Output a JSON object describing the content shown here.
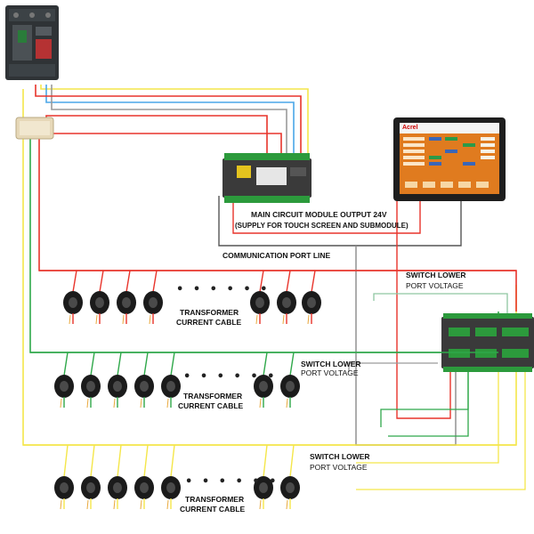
{
  "labels": {
    "main_output_line1": "MAIN CIRCUIT MODULE OUTPUT 24V",
    "main_output_line2": "(SUPPLY FOR TOUCH SCREEN AND SUBMODULE)",
    "comm_port_line": "COMMUNICATION PORT LINE",
    "switch_lower_1_line1": "SWITCH LOWER",
    "switch_lower_1_line2": "PORT VOLTAGE",
    "switch_lower_2_line1": "SWITCH LOWER",
    "switch_lower_2_line2": "PORT VOLTAGE",
    "switch_lower_3_line1": "SWITCH LOWER",
    "switch_lower_3_line2": "PORT VOLTAGE",
    "ct_row1_line1": "TRANSFORMER",
    "ct_row1_line2": "CURRENT CABLE",
    "ct_row2_line1": "TRANSFORMER",
    "ct_row2_line2": "CURRENT CABLE",
    "ct_row3_line1": "TRANSFORMER",
    "ct_row3_line2": "CURRENT CABLE",
    "ellipsis": "• • • • • •",
    "screen_brand": "Acrel"
  },
  "colors": {
    "red": "#e8342b",
    "green": "#2fa84a",
    "yellow": "#f4e64a",
    "gray": "#8a8a8a",
    "blue": "#4aa6e8",
    "screen_bg": "#e07b1f",
    "module_body": "#3a3a3a",
    "module_green": "#2c9a3c"
  }
}
